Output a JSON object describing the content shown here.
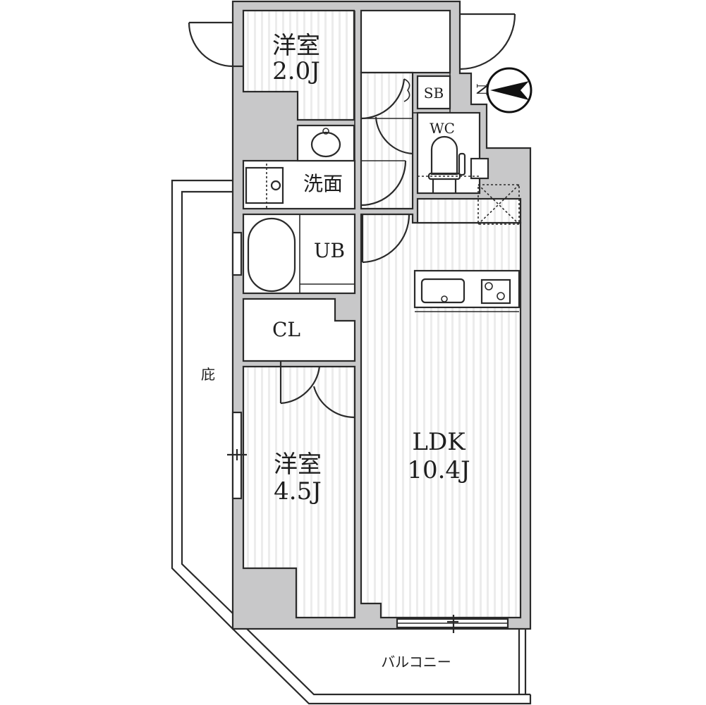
{
  "floorplan": {
    "compass": {
      "label": "N",
      "direction": "west"
    },
    "rooms": [
      {
        "id": "western-room-small",
        "name": "洋室",
        "size": "2.0J"
      },
      {
        "id": "storage-box",
        "name": "SB"
      },
      {
        "id": "toilet",
        "name": "WC"
      },
      {
        "id": "washroom",
        "name": "洗面"
      },
      {
        "id": "unit-bath",
        "name": "UB"
      },
      {
        "id": "closet",
        "name": "CL"
      },
      {
        "id": "western-room-large",
        "name": "洋室",
        "size": "4.5J"
      },
      {
        "id": "ldk",
        "name": "LDK",
        "size": "10.4J"
      },
      {
        "id": "eaves",
        "name": "庇"
      },
      {
        "id": "balcony",
        "name": "バルコニー"
      }
    ],
    "colors": {
      "wall_fill": "#c8c8c9",
      "line": "#2a2a2a",
      "floor_stripe": "#e6e6e6",
      "background": "#ffffff"
    }
  }
}
